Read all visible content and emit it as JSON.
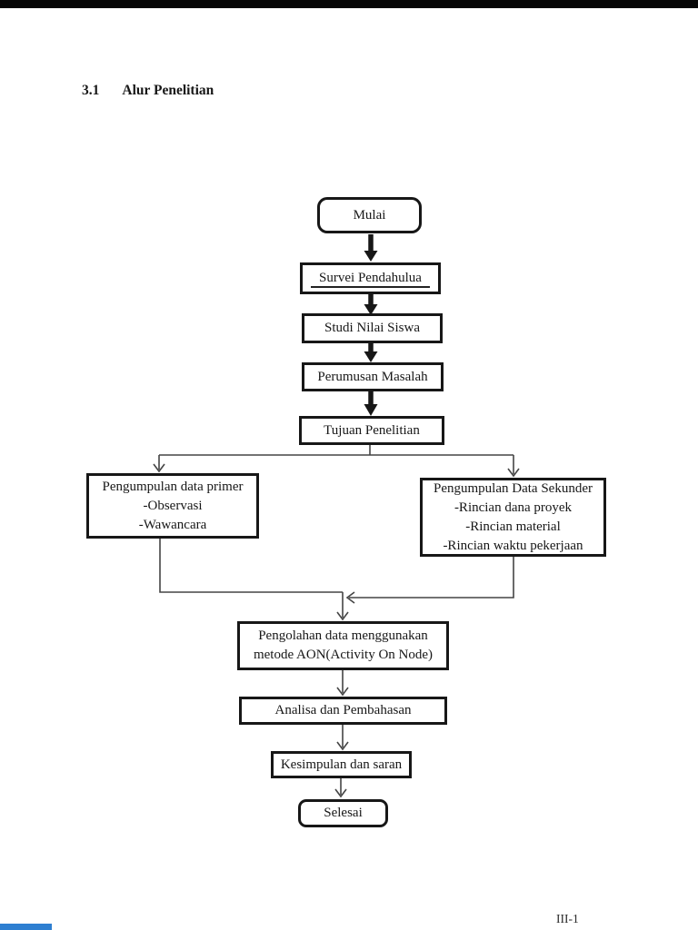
{
  "page": {
    "heading_number": "3.1",
    "heading_title": "Alur Penelitian",
    "page_number": "III-1"
  },
  "colors": {
    "ink": "#171717",
    "line": "#454545",
    "top_bar": "#060606",
    "corner_mark": "#2e7fd1",
    "paper": "#ffffff"
  },
  "flowchart": {
    "type": "flowchart",
    "nodes": [
      {
        "id": "mulai",
        "shape": "rounded",
        "lines": [
          "Mulai"
        ]
      },
      {
        "id": "survei",
        "shape": "rect-underline",
        "lines": [
          "Survei Pendahulua"
        ]
      },
      {
        "id": "studi",
        "shape": "rect",
        "lines": [
          "Studi Nilai Siswa"
        ]
      },
      {
        "id": "perumusan",
        "shape": "rect",
        "lines": [
          "Perumusan Masalah"
        ]
      },
      {
        "id": "tujuan",
        "shape": "rect",
        "lines": [
          "Tujuan Penelitian"
        ]
      },
      {
        "id": "primer",
        "shape": "rect",
        "lines": [
          "Pengumpulan data primer",
          "-Observasi",
          "-Wawancara"
        ]
      },
      {
        "id": "sekunder",
        "shape": "rect",
        "lines": [
          "Pengumpulan Data Sekunder",
          "-Rincian dana proyek",
          "-Rincian material",
          "-Rincian waktu pekerjaan"
        ]
      },
      {
        "id": "pengolahan",
        "shape": "rect",
        "lines": [
          "Pengolahan data menggunakan",
          "metode AON(Activity On Node)"
        ]
      },
      {
        "id": "analisa",
        "shape": "rect",
        "lines": [
          "Analisa dan Pembahasan"
        ]
      },
      {
        "id": "kesimpulan",
        "shape": "rect",
        "lines": [
          "Kesimpulan dan saran"
        ]
      },
      {
        "id": "selesai",
        "shape": "rounded",
        "lines": [
          "Selesai"
        ]
      }
    ],
    "edges": [
      "mulai->survei",
      "survei->studi",
      "studi->perumusan",
      "perumusan->tujuan",
      "tujuan->primer",
      "tujuan->sekunder",
      "primer->pengolahan",
      "sekunder->pengolahan",
      "pengolahan->analisa",
      "analisa->kesimpulan",
      "kesimpulan->selesai"
    ]
  }
}
